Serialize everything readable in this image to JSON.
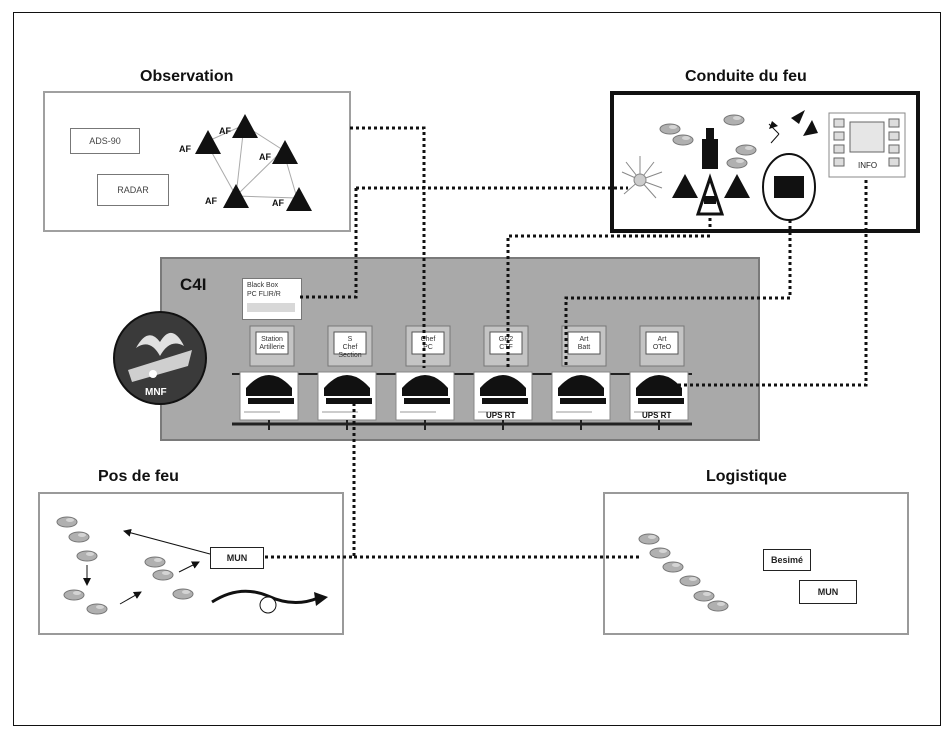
{
  "sections": {
    "observation": {
      "title": "Observation",
      "items": [
        "ADS-90",
        "RADAR"
      ],
      "sensor_label": "AF"
    },
    "conduite": {
      "title": "Conduite du feu",
      "screen_label": "INFO"
    },
    "c4i": {
      "title": "C4I",
      "blackbox_line1": "Black Box",
      "blackbox_line2": "PC FLIR/R",
      "logo_text": "MNF",
      "stations": [
        {
          "label": "Station Artillerie",
          "footer": ""
        },
        {
          "label": "S Chef Section",
          "footer": ""
        },
        {
          "label": "Chef PC",
          "footer": ""
        },
        {
          "label": "GR2 CTF",
          "footer": "UPS RT"
        },
        {
          "label": "Art Batt",
          "footer": ""
        },
        {
          "label": "Art OTeO",
          "footer": "UPS RT"
        }
      ]
    },
    "pos_de_feu": {
      "title": "Pos de feu",
      "munition_box": "MUN"
    },
    "logistique": {
      "title": "Logistique",
      "items": [
        "Besimé",
        "MUN"
      ]
    }
  },
  "colors": {
    "c4i_bg": "#a9a9a9",
    "link_dotted": "#111111",
    "panel_border": "#9a9a9a"
  }
}
